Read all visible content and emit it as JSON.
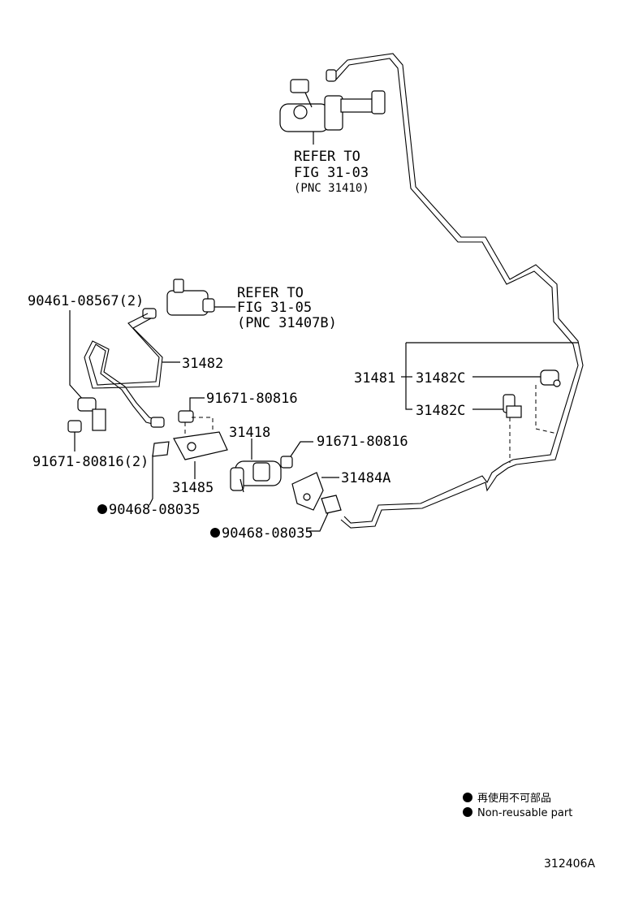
{
  "labels": {
    "refer_master": {
      "line1": "REFER TO",
      "line2": "FIG 31-03",
      "line3": "(PNC 31410)"
    },
    "refer_valve": {
      "line1": "REFER TO",
      "line2": "FIG 31-05",
      "line3": "(PNC 31407B)"
    },
    "p90461": "90461-08567(2)",
    "p31482": "31482",
    "p91671_top": "91671-80816",
    "p31418": "31418",
    "p91671_right": "91671-80816",
    "p31484a": "31484A",
    "p91671_left": "91671-80816(2)",
    "p31485": "31485",
    "p90468_left": "90468-08035",
    "p90468_bottom": "90468-08035",
    "p31481": "31481",
    "p31482c_top": "31482C",
    "p31482c_bottom": "31482C"
  },
  "legend": {
    "item1": "再使用不可部品",
    "item2": "Non-reusable part"
  },
  "figure_code": "312406A"
}
